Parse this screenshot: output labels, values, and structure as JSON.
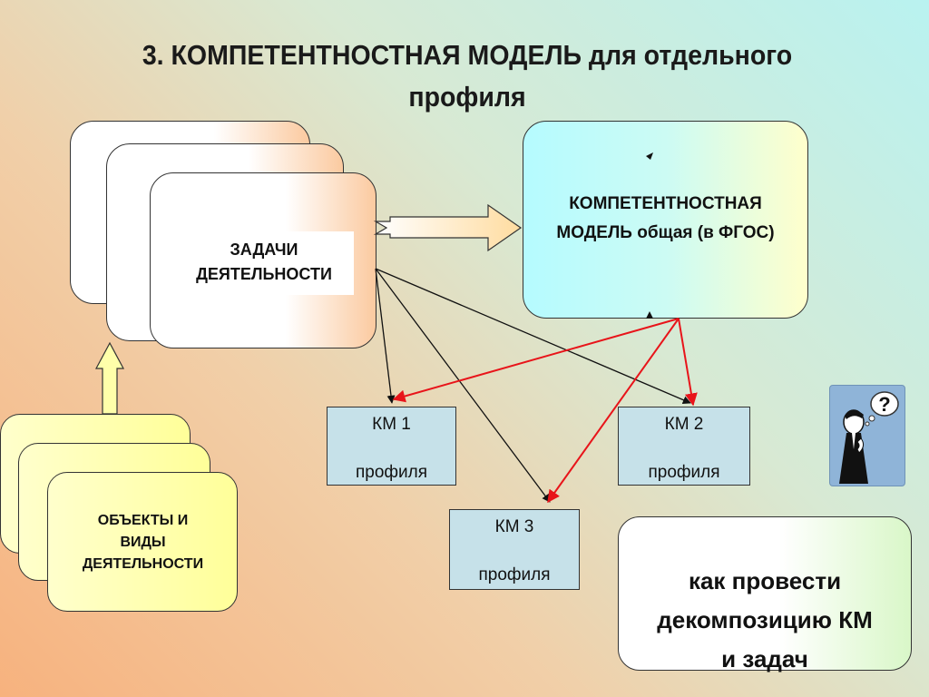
{
  "title": {
    "line1": "3. КОМПЕТЕНТНОСТНАЯ МОДЕЛЬ для отдельного",
    "line2": "профиля"
  },
  "tasks_card": {
    "line1": "ЗАДАЧИ",
    "line2": "ДЕЯТЕЛЬНОСТИ"
  },
  "objects_card": {
    "line1": "ОБЪЕКТЫ И",
    "line2": "ВИДЫ",
    "line3": "ДЕЯТЕЛЬНОСТИ"
  },
  "general_model": {
    "line1": "КОМПЕТЕНТНОСТНАЯ",
    "line2": "МОДЕЛЬ общая (в ФГОС)"
  },
  "km1": {
    "label": "КМ 1",
    "sub": "профиля"
  },
  "km2": {
    "label": "КМ 2",
    "sub": "профиля"
  },
  "km3": {
    "label": "КМ 3",
    "sub": "профиля"
  },
  "question": {
    "line1": "как провести",
    "line2": "декомпозицию  КМ",
    "line3": "и задач"
  },
  "thinker_icon": {
    "icon": "thinking-person-icon",
    "symbol": "?"
  },
  "colors": {
    "red_arrow": "#e8141a",
    "black_arrow": "#111111",
    "km_fill": "#c6e1e9",
    "objects_fill": "#ffff99"
  }
}
